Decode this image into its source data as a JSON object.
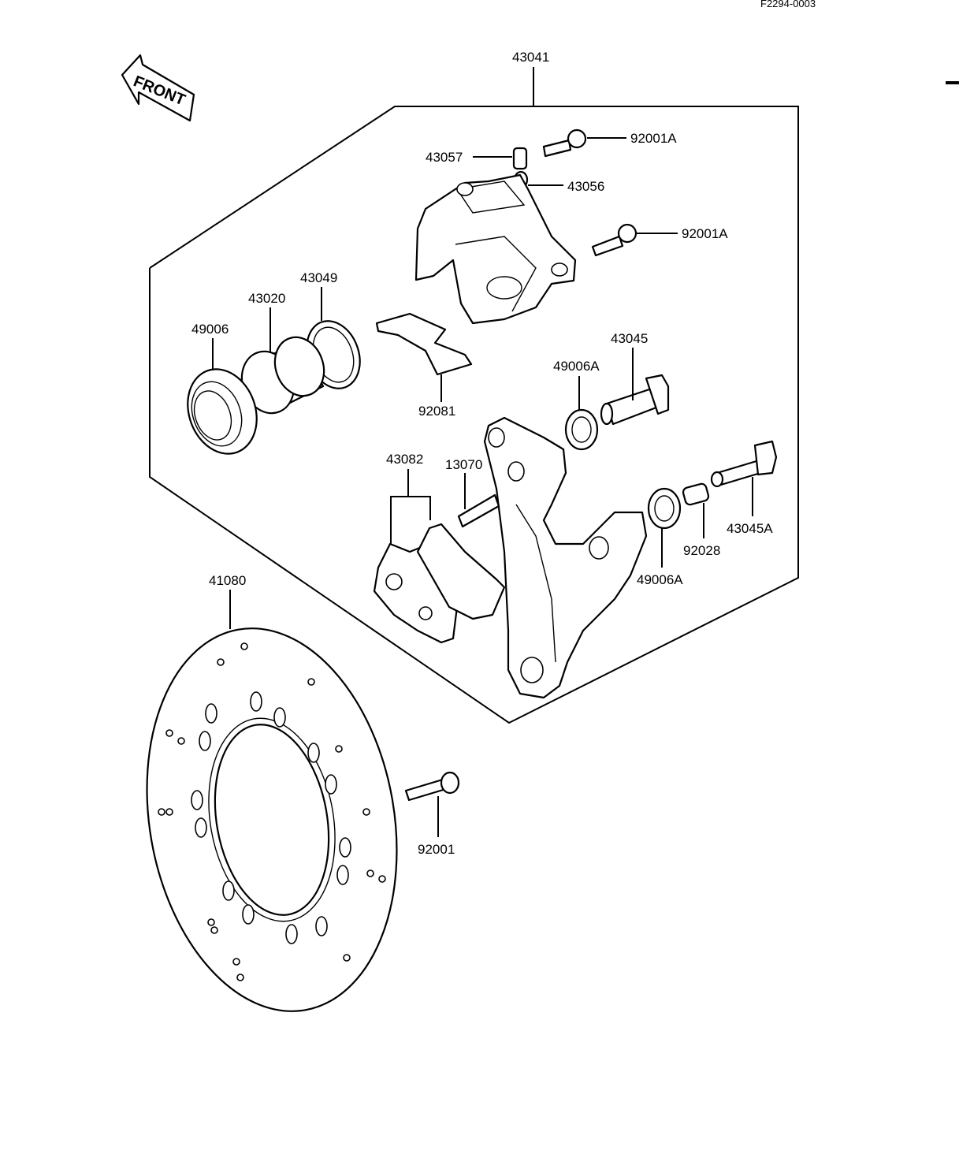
{
  "diagram": {
    "reference_code": "F2294-0003",
    "front_label": "FRONT",
    "callouts": {
      "p43041": "43041",
      "p92001A_top": "92001A",
      "p43057": "43057",
      "p43056": "43056",
      "p92001A_mid": "92001A",
      "p43049": "43049",
      "p43020": "43020",
      "p49006": "49006",
      "p92081": "92081",
      "p43045": "43045",
      "p49006A_top": "49006A",
      "p43082": "43082",
      "p13070": "13070",
      "p43045A": "43045A",
      "p92028": "92028",
      "p49006A_bottom": "49006A",
      "p41080": "41080",
      "p92001": "92001"
    }
  }
}
